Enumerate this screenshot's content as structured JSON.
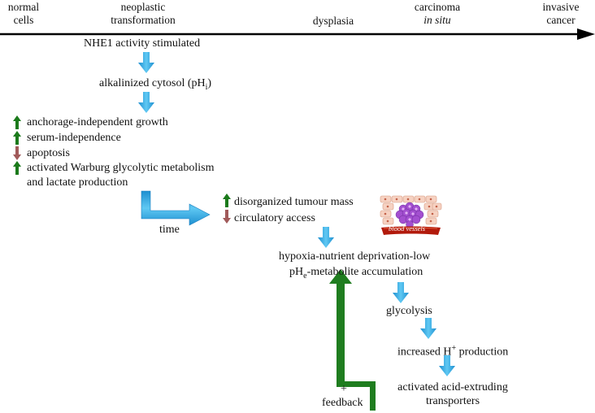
{
  "timeline": {
    "stages": [
      {
        "line1": "normal",
        "line2": "cells"
      },
      {
        "line1": "neoplastic",
        "line2": "transformation"
      },
      {
        "line1": "dysplasia",
        "line2": ""
      },
      {
        "line1": "carcinoma",
        "line2": "in situ"
      },
      {
        "line1": "invasive",
        "line2": "cancer"
      }
    ]
  },
  "steps": {
    "nhe1": "NHE1 activity stimulated",
    "alkalinized_pre": "alkalinized cytosol (pH",
    "alkalinized_sub": "i",
    "alkalinized_post": ")",
    "anchorage": "anchorage-independent growth",
    "serum": "serum-independence",
    "apoptosis": "apoptosis",
    "warburg1": "activated Warburg glycolytic metabolism",
    "warburg2": "and lactate production",
    "time": "time",
    "disorganized": "disorganized tumour mass",
    "circulatory": "circulatory access",
    "blood_vessels": "blood vessels",
    "hypoxia1": "hypoxia-nutrient deprivation-low",
    "hypoxia2_pre": "pH",
    "hypoxia2_sub": "e",
    "hypoxia2_post": "-metabolite accumulation",
    "glycolysis": "glycolysis",
    "hplus_pre": "increased H",
    "hplus_sup": "+",
    "hplus_post": " production",
    "acid1": "activated acid-extruding",
    "acid2": "transporters",
    "feedback_plus": "+",
    "feedback": "feedback"
  },
  "colors": {
    "blue_arrow": "#29a9e0",
    "green_arrow": "#1b7a1b",
    "red_arrow": "#a15a5a"
  }
}
